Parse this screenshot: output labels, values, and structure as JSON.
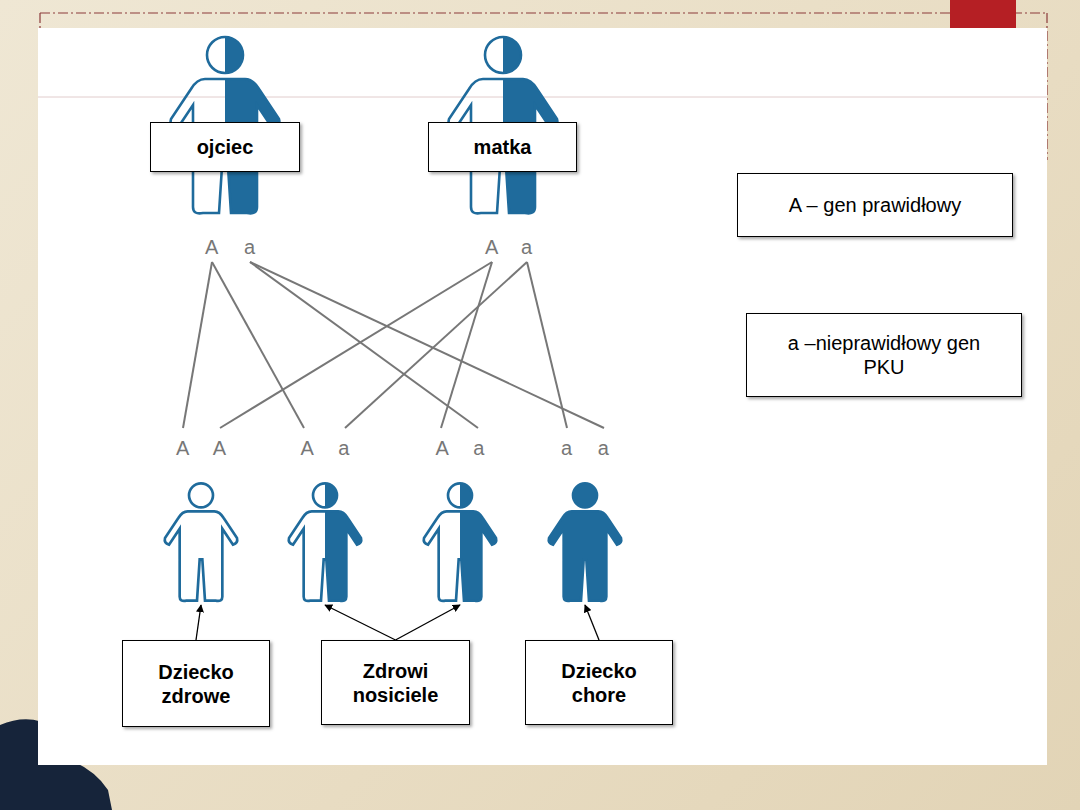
{
  "diagram": {
    "nodes": [
      {
        "text": [
          "ojciec"
        ]
      },
      {
        "text": [
          "matka"
        ]
      },
      {
        "text": [
          "A – gen prawidłowy"
        ]
      },
      {
        "text": [
          "a –nieprawidłowy gen PKU"
        ]
      },
      {
        "text": [
          "A A"
        ]
      },
      {
        "text": [
          "A a"
        ]
      },
      {
        "text": [
          "A a"
        ]
      },
      {
        "text": [
          "a a"
        ]
      },
      {
        "text": [
          "Dziecko zdrowe"
        ]
      },
      {
        "text": [
          "Zdrowi nosiciele"
        ]
      },
      {
        "text": [
          "Dziecko chore"
        ]
      }
    ],
    "edges": [
      {
        "from": 8,
        "to": 4,
        "arrow": "to"
      },
      {
        "from": 9,
        "to": 5,
        "arrow": "to"
      },
      {
        "from": 9,
        "to": 6,
        "arrow": "to"
      },
      {
        "from": 10,
        "to": 7,
        "arrow": "to"
      }
    ],
    "labels": [
      "A",
      "a",
      "A",
      "a"
    ]
  }
}
